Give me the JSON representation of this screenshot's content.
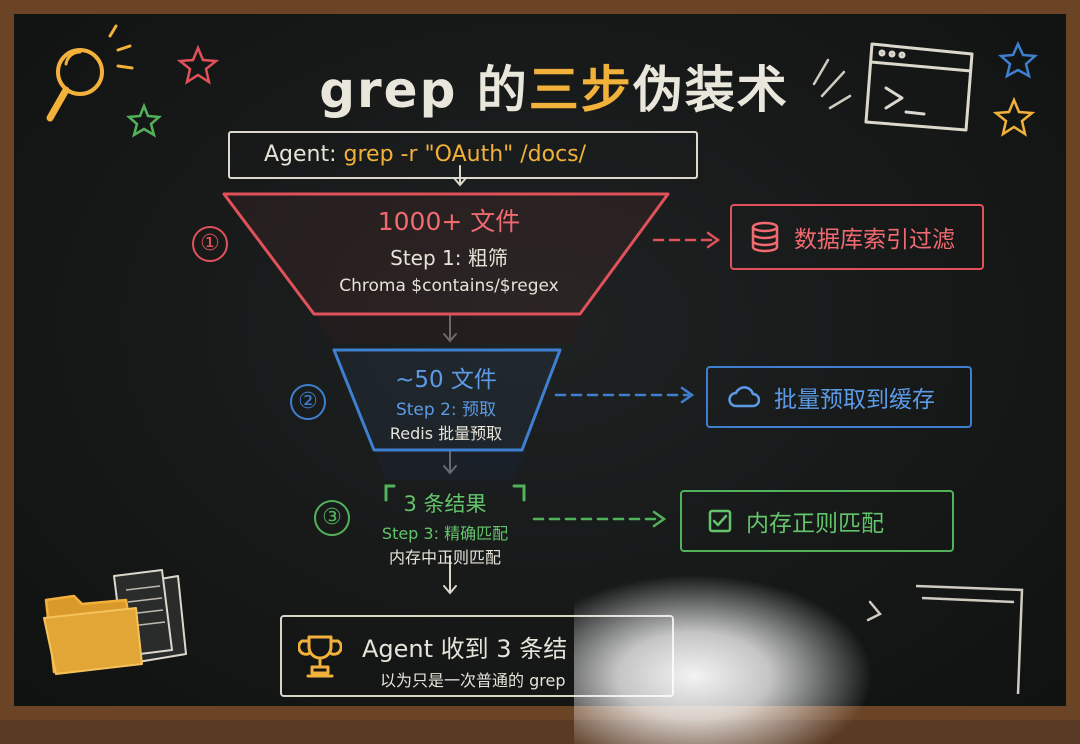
{
  "title": {
    "prefix": "grep 的",
    "highlight": "三步",
    "suffix": "伪装术"
  },
  "command": {
    "prefix": "Agent: ",
    "code": "grep -r \"OAuth\" /docs/"
  },
  "steps": [
    {
      "number": "①",
      "count": "1000+ 文件",
      "step": "Step 1: 粗筛",
      "detail": "Chroma $contains/$regex",
      "side": "数据库索引过滤",
      "color": "#e0525a"
    },
    {
      "number": "②",
      "count": "~50 文件",
      "step": "Step 2: 预取",
      "detail": "Redis 批量预取",
      "side": "批量预取到缓存",
      "color": "#3f7fd0"
    },
    {
      "number": "③",
      "count": "3 条结果",
      "step": "Step 3: 精确匹配",
      "detail": "内存中正则匹配",
      "side": "内存正则匹配",
      "color": "#52b25a"
    }
  ],
  "result": {
    "title": "Agent 收到 3 条结",
    "subtitle": "以为只是一次普通的 grep"
  },
  "colors": {
    "chalk": "#e6e3d8",
    "yellow": "#f2b13a",
    "red": "#e0525a",
    "blue": "#3f7fd0",
    "green": "#52b25a"
  }
}
